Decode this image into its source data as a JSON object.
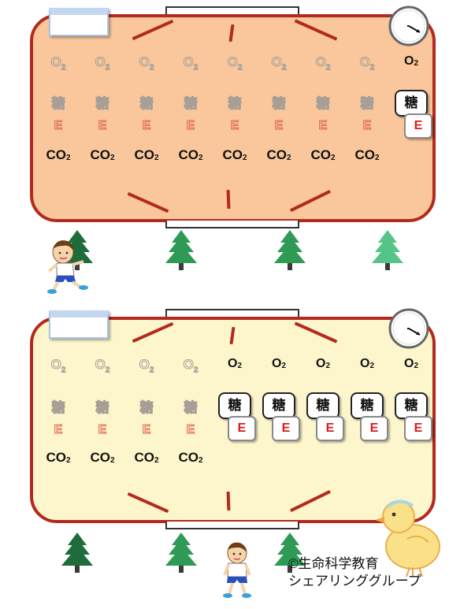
{
  "symbols": {
    "o2_main": "O",
    "o2_sub": "2",
    "co2_main": "CO",
    "co2_sub": "2",
    "sugar": "糖",
    "energy": "E"
  },
  "colors": {
    "wall": "#b22a1e",
    "panel1_fill": "#f9c79b",
    "panel2_fill": "#fdf6cc",
    "energy_red": "#e01818",
    "tree_dark": "#1e6b3c",
    "tree_mid": "#2e9a55",
    "tree_light": "#55c486"
  },
  "panels": [
    {
      "faint_o2_count": 8,
      "faint_sugar_count": 8,
      "faint_e_count": 8,
      "co2_count": 8,
      "active_o2_count": 1,
      "active_sugar_count": 1
    },
    {
      "faint_o2_count": 4,
      "faint_sugar_count": 4,
      "faint_e_count": 4,
      "co2_count": 4,
      "active_o2_count": 5,
      "active_sugar_count": 5
    }
  ],
  "icons": [
    "clock-icon",
    "tree-icon",
    "runner-boy-icon",
    "walking-boy-icon",
    "chick-icon"
  ],
  "copyright": {
    "line1": "©生命科学教育",
    "line2": "シェアリンググループ"
  }
}
